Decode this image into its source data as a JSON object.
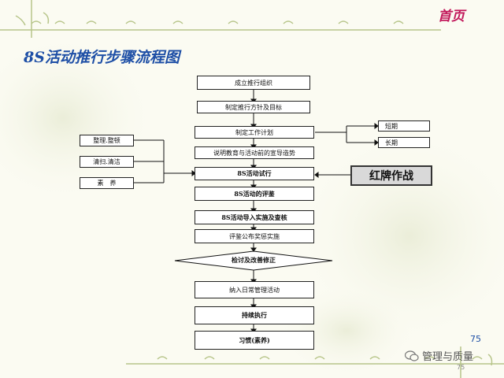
{
  "header": {
    "home_link": "首页",
    "title": "8S活动推行步骤流程图"
  },
  "flow": {
    "main_steps": [
      "成立推行组织",
      "制定推行方针及目标",
      "制定工作计划",
      "说明教育与活动前的宣导造势",
      "8S活动试行",
      "8S活动的评鉴",
      "8S活动导入实施及查核",
      "评鉴公布奖惩实施",
      "检讨及改善修正",
      "纳入日常管理活动",
      "持续执行",
      "习惯(素养)"
    ],
    "left_items": [
      "整理.整顿",
      "清扫.清洁",
      "素　养"
    ],
    "right_items": [
      "短期",
      "长期"
    ],
    "highlight": "红牌作战"
  },
  "footer": {
    "page_number": "75",
    "watermark": "管理与质量",
    "small_page": "75"
  }
}
